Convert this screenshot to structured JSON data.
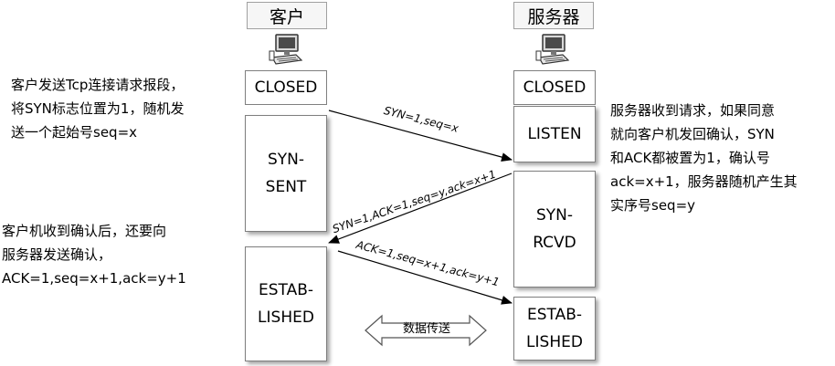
{
  "client": {
    "header": "客户",
    "closed": "CLOSED",
    "syn_sent": "SYN-\nSENT",
    "established": "ESTAB-\nLISHED"
  },
  "server": {
    "header": "服务器",
    "closed": "CLOSED",
    "listen": "LISTEN",
    "syn_rcvd": "SYN-\nRCVD",
    "established": "ESTAB-\nLISHED"
  },
  "messages": {
    "syn": "SYN=1,seq=x",
    "syn_ack": "SYN=1,ACK=1,seq=y,ack=x+1",
    "ack": "ACK=1,seq=x+1,ack=y+1"
  },
  "notes": {
    "client_send": "客户发送Tcp连接请求报段，\n将SYN标志位置为1，随机发\n送一个起始号seq=x",
    "server_reply": "服务器收到请求，如果同意\n就向客户机发回确认，SYN\n和ACK都被置为1，确认号\nack=x+1，服务器随机产生其\n实序号seq=y",
    "client_confirm": "客户机收到确认后，还要向\n服务器发送确认，\nACK=1,seq=x+1,ack=y+1"
  },
  "data_transfer": "数据传送",
  "icons": {
    "client": "computer-icon",
    "server": "computer-icon"
  },
  "colors": {
    "border": "#7f7f7f",
    "arrow": "#000000",
    "header_bg": "#f6f6f6"
  }
}
